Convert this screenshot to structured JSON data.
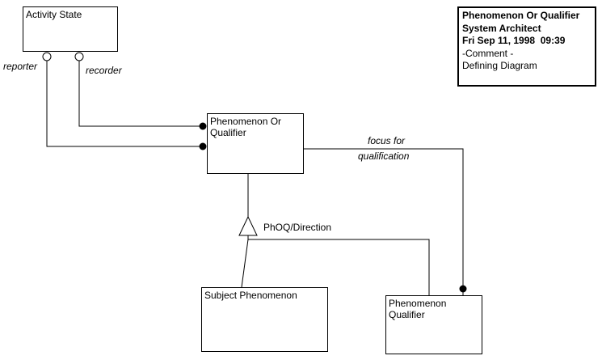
{
  "diagram": {
    "nodes": {
      "activity_state": {
        "label": "Activity State"
      },
      "phenomenon_or_qualifier": {
        "label": "Phenomenon Or Qualifier"
      },
      "subject_phenomenon": {
        "label": "Subject Phenomenon"
      },
      "phenomenon_qualifier": {
        "label": "Phenomenon Qualifier"
      }
    },
    "edges": {
      "reporter": {
        "label": "reporter"
      },
      "recorder": {
        "label": "recorder"
      },
      "focus_for_qualification": {
        "label_line1": "focus for",
        "label_line2": "qualification"
      },
      "generalization": {
        "label": "PhOQ/Direction"
      }
    }
  },
  "info_box": {
    "title": "Phenomenon Or Qualifier",
    "subtitle": "System Architect",
    "timestamp": "Fri Sep 11, 1998  09:39",
    "comment": "-Comment -",
    "diagram_type": "Defining Diagram"
  },
  "colors": {
    "background": "#ffffff",
    "line": "#000000",
    "node_fill": "#ffffff"
  }
}
